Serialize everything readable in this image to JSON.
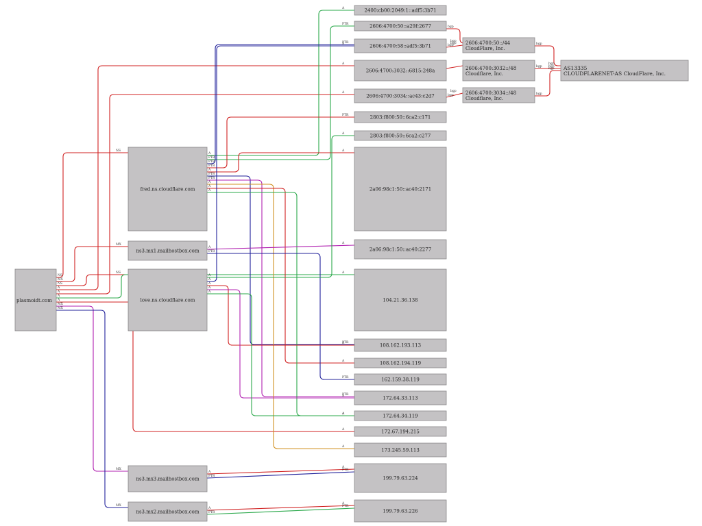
{
  "graph": {
    "colors": {
      "A": "#d02020",
      "NS": "#2aa84a",
      "PTR": "#20209a",
      "MX": "#b020b0",
      "bgp": "#d02020",
      "gold": "#d09020",
      "teal": "#208080",
      "node_fill": "#c4c2c4"
    },
    "nodes": [
      {
        "id": "root",
        "label": "plasmoidt.com"
      },
      {
        "id": "fred",
        "label": "fred.ns.cloudflare.com"
      },
      {
        "id": "mx1",
        "label": "ns3.mx1.mailhostbox.com"
      },
      {
        "id": "love",
        "label": "love.ns.cloudflare.com"
      },
      {
        "id": "mx3",
        "label": "ns3.mx3.mailhostbox.com"
      },
      {
        "id": "mx2",
        "label": "ns3.mx2.mailhostbox.com"
      },
      {
        "id": "ip1",
        "label": "2400:cb00:2049:1::adf5:3b71"
      },
      {
        "id": "ip2",
        "label": "2606:4700:50::a29f:2677"
      },
      {
        "id": "ip3",
        "label": "2606:4700:58::adf5:3b71"
      },
      {
        "id": "ip4",
        "label": "2606:4700:3032::6815:248a"
      },
      {
        "id": "ip5",
        "label": "2606:4700:3034::ac43:c2d7"
      },
      {
        "id": "ip6",
        "label": "2803:f800:50::6ca2:c171"
      },
      {
        "id": "ip7",
        "label": "2803:f800:50::6ca2:c277"
      },
      {
        "id": "ip8",
        "label": "2a06:98c1:50::ac40:2171"
      },
      {
        "id": "ip9",
        "label": "2a06:98c1:50::ac40:2277"
      },
      {
        "id": "ip10",
        "label": "104.21.36.138"
      },
      {
        "id": "ip11",
        "label": "108.162.193.113"
      },
      {
        "id": "ip12",
        "label": "108.162.194.119"
      },
      {
        "id": "ip13",
        "label": "162.159.38.119"
      },
      {
        "id": "ip14",
        "label": "172.64.33.113"
      },
      {
        "id": "ip15",
        "label": "172.64.34.119"
      },
      {
        "id": "ip16",
        "label": "172.67.194.215"
      },
      {
        "id": "ip17",
        "label": "173.245.59.113"
      },
      {
        "id": "ip18",
        "label": "199.79.63.224"
      },
      {
        "id": "ip19",
        "label": "199.79.63.226"
      },
      {
        "id": "net1",
        "label": "2606:4700:50::/44",
        "label2": "CloudFlare, Inc."
      },
      {
        "id": "net2",
        "label": "2606:4700:3032::/48",
        "label2": "Cloudflare, Inc."
      },
      {
        "id": "net3",
        "label": "2606:4700:3034::/48",
        "label2": "Cloudflare, Inc."
      },
      {
        "id": "asn",
        "label": "AS13335",
        "label2": "CLOUDFLARENET-AS CloudFlare, Inc."
      }
    ],
    "edges": [
      {
        "from": "root",
        "to": "fred",
        "label": "NS",
        "color": "A"
      },
      {
        "from": "root",
        "to": "mx1",
        "label": "MX",
        "color": "A"
      },
      {
        "from": "root",
        "to": "love",
        "label": "NS",
        "color": "A"
      },
      {
        "from": "root",
        "to": "ip4",
        "label": "A",
        "color": "A"
      },
      {
        "from": "root",
        "to": "ip5",
        "label": "A",
        "color": "A"
      },
      {
        "from": "root",
        "to": "ip10",
        "label": "A",
        "color": "NS"
      },
      {
        "from": "root",
        "to": "ip16",
        "label": "A",
        "color": "A"
      },
      {
        "from": "root",
        "to": "mx3",
        "label": "MX",
        "color": "MX"
      },
      {
        "from": "root",
        "to": "mx2",
        "label": "MX",
        "color": "PTR"
      },
      {
        "from": "fred",
        "to": "ip1",
        "label": "A",
        "color": "NS"
      },
      {
        "from": "fred",
        "to": "ip2",
        "label": "PTR",
        "color": "NS"
      },
      {
        "from": "fred",
        "to": "ip3",
        "label": "PTR",
        "color": "PTR"
      },
      {
        "from": "fred",
        "to": "ip6",
        "label": "PTR",
        "color": "A"
      },
      {
        "from": "fred",
        "to": "ip8",
        "label": "A",
        "color": "A"
      },
      {
        "from": "fred",
        "to": "ip11",
        "label": "PTR",
        "color": "PTR"
      },
      {
        "from": "fred",
        "to": "ip14",
        "label": "PTR",
        "color": "MX"
      },
      {
        "from": "fred",
        "to": "ip17",
        "label": "A",
        "color": "gold"
      },
      {
        "from": "fred",
        "to": "ip12",
        "label": "A",
        "color": "A"
      },
      {
        "from": "fred",
        "to": "ip15",
        "label": "A",
        "color": "NS"
      },
      {
        "from": "mx1",
        "to": "ip9",
        "label": "A",
        "color": "MX"
      },
      {
        "from": "mx1",
        "to": "ip13",
        "label": "PTR",
        "color": "PTR"
      },
      {
        "from": "love",
        "to": "ip7",
        "label": "A",
        "color": "NS"
      },
      {
        "from": "love",
        "to": "ip3",
        "label": "A",
        "color": "PTR"
      },
      {
        "from": "love",
        "to": "ip11",
        "label": "A",
        "color": "A"
      },
      {
        "from": "love",
        "to": "ip14",
        "label": "A",
        "color": "MX"
      },
      {
        "from": "love",
        "to": "ip15",
        "label": "A",
        "color": "NS"
      },
      {
        "from": "mx3",
        "to": "ip18",
        "label": "A",
        "color": "A"
      },
      {
        "from": "mx3",
        "to": "ip18",
        "label": "PTR",
        "color": "PTR"
      },
      {
        "from": "mx2",
        "to": "ip19",
        "label": "A",
        "color": "A"
      },
      {
        "from": "mx2",
        "to": "ip19",
        "label": "PTR",
        "color": "NS"
      },
      {
        "from": "ip2",
        "to": "net1",
        "label": "bgp",
        "color": "bgp"
      },
      {
        "from": "ip3",
        "to": "net1",
        "label": "bgp",
        "color": "bgp"
      },
      {
        "from": "ip4",
        "to": "net2",
        "label": "",
        "color": "bgp"
      },
      {
        "from": "ip5",
        "to": "net3",
        "label": "bgp",
        "color": "bgp"
      },
      {
        "from": "net1",
        "to": "asn",
        "label": "bgp",
        "color": "bgp"
      },
      {
        "from": "net2",
        "to": "asn",
        "label": "bgp",
        "color": "bgp"
      },
      {
        "from": "net3",
        "to": "asn",
        "label": "bgp",
        "color": "bgp"
      }
    ]
  }
}
